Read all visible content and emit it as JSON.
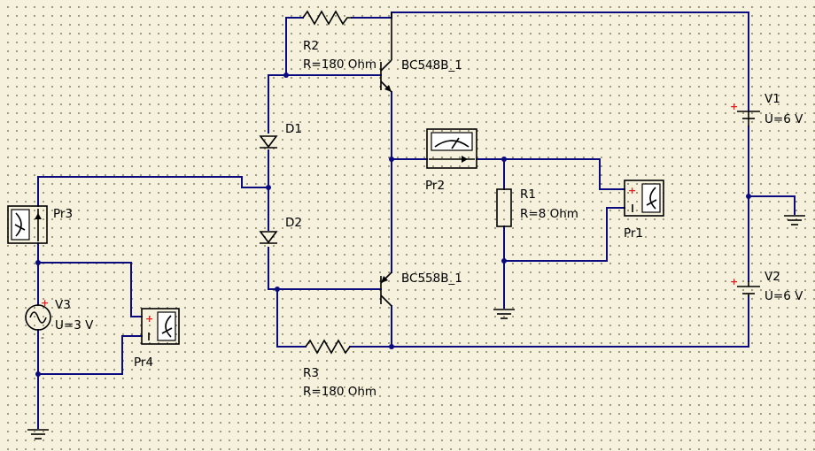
{
  "components": {
    "r2": {
      "name": "R2",
      "value": "R=180 Ohm"
    },
    "r3": {
      "name": "R3",
      "value": "R=180 Ohm"
    },
    "r1": {
      "name": "R1",
      "value": "R=8 Ohm"
    },
    "q1": {
      "name": "BC548B_1"
    },
    "q2": {
      "name": "BC558B_1"
    },
    "d1": {
      "name": "D1"
    },
    "d2": {
      "name": "D2"
    },
    "v1": {
      "name": "V1",
      "value": "U=6 V"
    },
    "v2": {
      "name": "V2",
      "value": "U=6 V"
    },
    "v3": {
      "name": "V3",
      "value": "U=3 V"
    },
    "pr1": {
      "name": "Pr1"
    },
    "pr2": {
      "name": "Pr2"
    },
    "pr3": {
      "name": "Pr3"
    },
    "pr4": {
      "name": "Pr4"
    }
  },
  "symbols": {
    "plus": "+",
    "minus": "-"
  },
  "colors": {
    "wire": "#0b0b80",
    "component": "#000000",
    "polarity": "#e02020",
    "background": "#f5f1dc"
  }
}
